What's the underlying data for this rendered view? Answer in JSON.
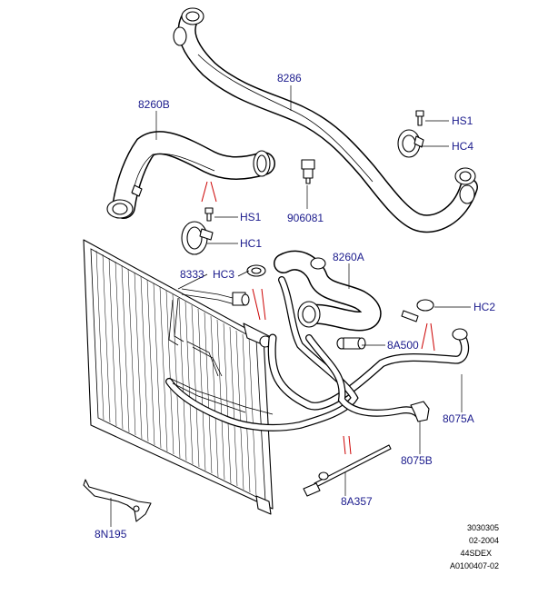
{
  "colors": {
    "label": "#1a1a8c",
    "callout": "#cc0000",
    "line": "#000000"
  },
  "labels": {
    "p8286": "8286",
    "p8260B": "8260B",
    "hs1_top": "HS1",
    "hc4": "HC4",
    "p906081": "906081",
    "hs1_mid": "HS1",
    "hc1": "HC1",
    "p8333": "8333",
    "hc3": "HC3",
    "p8260A": "8260A",
    "hc2": "HC2",
    "p8A500": "8A500",
    "p8075A": "8075A",
    "p8075B": "8075B",
    "p8A357": "8A357",
    "p8N195": "8N195"
  },
  "reference": {
    "line1": "3030305",
    "line2": "02-2004",
    "line3": "44SDEX",
    "line4": "A0100407-02"
  }
}
